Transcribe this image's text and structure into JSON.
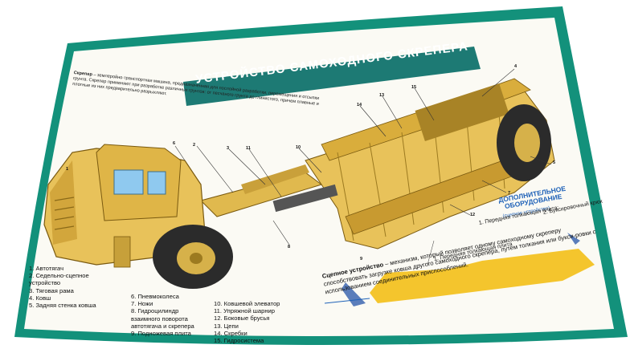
{
  "poster": {
    "title": "УСТРОЙСТВО САМОХОДНОГО СКРЕПЕРА",
    "intro_term": "Скрепер",
    "intro_text": " – землеройно-транспортная машина, предназначенная для послойной разработки, перемещения и отсыпки грунта. Скрепер применяют при разработке различных грунтов: от песчаного грунта до глинистого, причем плавные и плотные из них предварительно разрыхляют.",
    "legend_left": [
      "1. Автотягач",
      "2. Седельно-сцепное",
      "устройство",
      "3. Тяговая рама",
      "4. Ковш",
      "5. Задняя стенка ковша"
    ],
    "legend_mid": [
      "6. Пневмоколеса",
      "7. Ножи",
      "8. Гидроцилиндр",
      "взаимного поворота",
      "автотягача и скрепера",
      "9. Подножевая плита"
    ],
    "legend_right": [
      "10. Ковшевой элеватор",
      "11. Упряжной шарнир",
      "12. Боковые брусья",
      "13. Цепи",
      "14. Скребки",
      "15. Гидросистема"
    ],
    "additional_heading": "ДОПОЛНИТЕЛЬНОЕ ОБОРУДОВАНИЕ",
    "additional_sub": "(сцепное устройство)",
    "additional_item_1": "1. Передняя толкающая плита;",
    "additional_item_2": "2. Буксировочный крюк",
    "additional_item_lower": "1. Передняя толкающая плита",
    "coupling_term": "Сцепное устройство",
    "coupling_text": " – механизм, который позволяет одному самоходному скреперу способствовать загрузке ковша другого самоходного скрепера, путем толкания или букси-ровки с использованием соединительных приспособлений.",
    "callout_numbers": [
      "1",
      "2",
      "3",
      "4",
      "5",
      "6",
      "7",
      "8",
      "9",
      "10",
      "11",
      "12",
      "13",
      "14",
      "15"
    ],
    "colors": {
      "teal_frame": "#13917b",
      "title_band": "#1d7a74",
      "scraper_yellow": "#e8c25a",
      "silhouette_yellow": "#f4c52d",
      "accent_blue": "#1f62b8",
      "poster_bg": "#fbfaf4"
    }
  }
}
